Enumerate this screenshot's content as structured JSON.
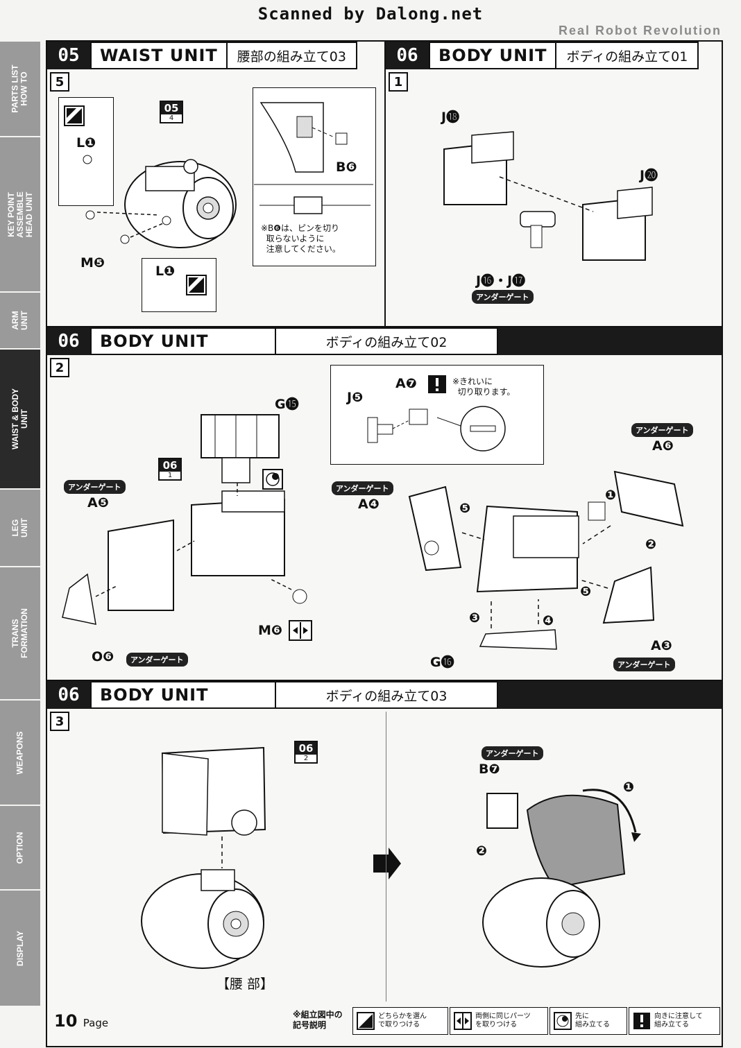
{
  "header": {
    "scanned": "Scanned by Dalong.net",
    "brand": "Real Robot Revolution"
  },
  "sidebar": [
    {
      "label": "PARTS LIST\nHOW TO"
    },
    {
      "label": "KEY POINT\nASSEMBLE\nHEAD UNIT"
    },
    {
      "label": "ARM\nUNIT"
    },
    {
      "label": "WAIST & BODY\nUNIT"
    },
    {
      "label": "LEG\nUNIT"
    },
    {
      "label": "TRANS\nFORMATION"
    },
    {
      "label": "WEAPONS"
    },
    {
      "label": "OPTION"
    },
    {
      "label": "DISPLAY"
    }
  ],
  "sections": {
    "s1": {
      "num": "05",
      "title": "WAIST UNIT",
      "jp": "腰部の組み立て03",
      "step": "5"
    },
    "s2": {
      "num": "06",
      "title": "BODY UNIT",
      "jp": "ボディの組み立て01",
      "step": "1"
    },
    "s3": {
      "num": "06",
      "title": "BODY UNIT",
      "jp": "ボディの組み立て02",
      "step": "2"
    },
    "s4": {
      "num": "06",
      "title": "BODY UNIT",
      "jp": "ボディの組み立て03",
      "step": "3"
    }
  },
  "labels": {
    "L1": "L❶",
    "L1b": "L❶",
    "M5": "M❺",
    "B6": "B❻",
    "ref05": "05",
    "ref05sub": "4",
    "b6note": "※B❻は、ピンを切り\n  取らないように\n  注意してください。",
    "J18": "J⓲",
    "J20": "J⓴",
    "J16": "J⓰・J⓱",
    "gate": "アンダーゲート",
    "G15": "G⓯",
    "ref06a": "06",
    "ref06asub": "1",
    "A5": "A❺",
    "M6": "M❻",
    "O6": "O❻",
    "J5": "J❺",
    "A7": "A❼",
    "a7note": "※きれいに\n  切り取ります。",
    "A6": "A❻",
    "A4": "A❹",
    "A3": "A❸",
    "G16": "G⓰",
    "ref06b": "06",
    "ref06bsub": "2",
    "waist": "【腰 部】",
    "B7": "B❼"
  },
  "arrows": [
    "❶",
    "❷",
    "❸",
    "❹",
    "❺",
    "❺"
  ],
  "footer": {
    "page": "10",
    "page_word": "Page",
    "legend_title": "※組立図中の\n記号説明",
    "legend": [
      "どちらかを選ん\nで取りつける",
      "両側に同じパーツ\nを取りつける",
      "先に\n組み立てる",
      "向きに注意して\n組み立てる"
    ]
  }
}
